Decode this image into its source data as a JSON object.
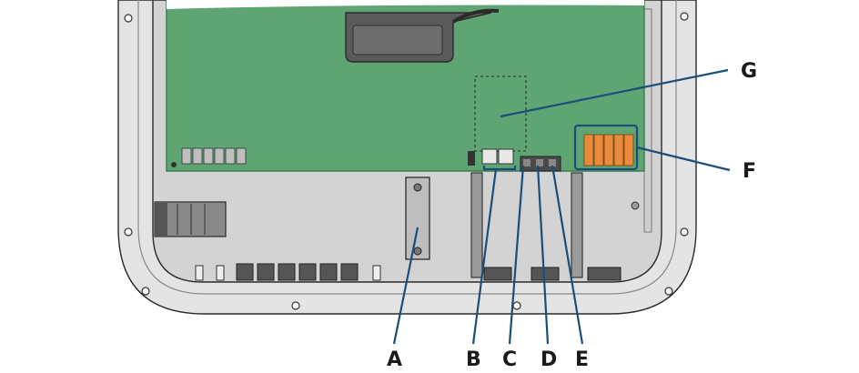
{
  "colors": {
    "pcb": "#5fa574",
    "pcb_edge": "#3d7a52",
    "enclosure": "#dcdcdc",
    "enclosure_inner": "#c9c9c9",
    "leader": "#1c4e7a",
    "terminal_orange": "#e98b3a",
    "dark_part": "#555555"
  },
  "callouts": {
    "a": {
      "label": "A",
      "part": "din-rail-bracket"
    },
    "b": {
      "label": "B",
      "part": "dual-connector"
    },
    "c": {
      "label": "C",
      "part": "connector-c"
    },
    "d": {
      "label": "D",
      "part": "connector-d"
    },
    "e": {
      "label": "E",
      "part": "connector-e"
    },
    "f": {
      "label": "F",
      "part": "spring-terminal-block"
    },
    "g": {
      "label": "G",
      "part": "module-slot"
    }
  }
}
